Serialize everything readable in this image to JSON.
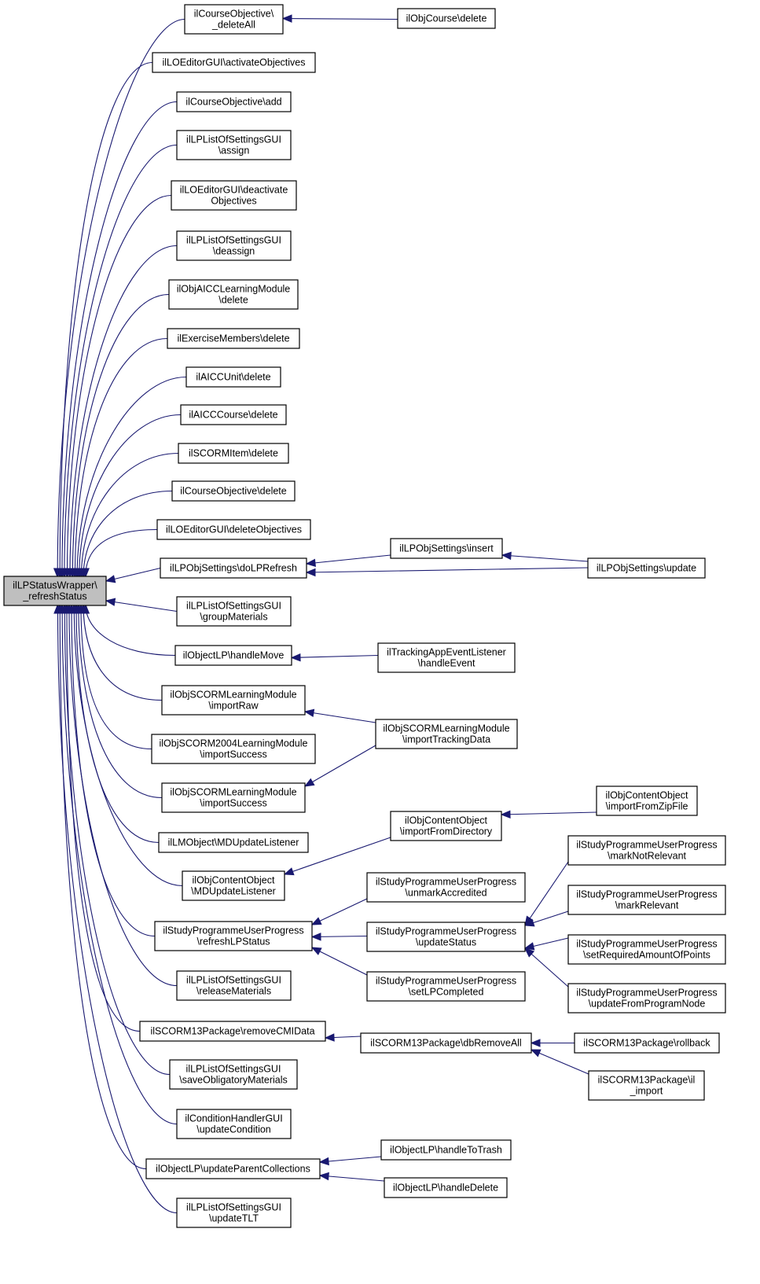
{
  "diagram": {
    "title": "",
    "edge_color": "#191970",
    "root_fill": "#bfbfbf",
    "nodes": [
      {
        "id": "root",
        "lines": [
          "ilLPStatusWrapper\\",
          "_refreshStatus"
        ]
      },
      {
        "id": "n1",
        "lines": [
          "ilCourseObjective\\",
          "_deleteAll"
        ]
      },
      {
        "id": "n2",
        "lines": [
          "ilLOEditorGUI\\activateObjectives"
        ]
      },
      {
        "id": "n3",
        "lines": [
          "ilCourseObjective\\add"
        ]
      },
      {
        "id": "n4",
        "lines": [
          "ilLPListOfSettingsGUI",
          "\\assign"
        ]
      },
      {
        "id": "n5",
        "lines": [
          "ilLOEditorGUI\\deactivate",
          "Objectives"
        ]
      },
      {
        "id": "n6",
        "lines": [
          "ilLPListOfSettingsGUI",
          "\\deassign"
        ]
      },
      {
        "id": "n7",
        "lines": [
          "ilObjAICCLearningModule",
          "\\delete"
        ]
      },
      {
        "id": "n8",
        "lines": [
          "ilExerciseMembers\\delete"
        ]
      },
      {
        "id": "n9",
        "lines": [
          "ilAICCUnit\\delete"
        ]
      },
      {
        "id": "n10",
        "lines": [
          "ilAICCCourse\\delete"
        ]
      },
      {
        "id": "n11",
        "lines": [
          "ilSCORMItem\\delete"
        ]
      },
      {
        "id": "n12",
        "lines": [
          "ilCourseObjective\\delete"
        ]
      },
      {
        "id": "n13",
        "lines": [
          "ilLOEditorGUI\\deleteObjectives"
        ]
      },
      {
        "id": "n14",
        "lines": [
          "ilLPObjSettings\\doLPRefresh"
        ]
      },
      {
        "id": "n15",
        "lines": [
          "ilLPListOfSettingsGUI",
          "\\groupMaterials"
        ]
      },
      {
        "id": "n16",
        "lines": [
          "ilObjectLP\\handleMove"
        ]
      },
      {
        "id": "n17",
        "lines": [
          "ilObjSCORMLearningModule",
          "\\importRaw"
        ]
      },
      {
        "id": "n18",
        "lines": [
          "ilObjSCORM2004LearningModule",
          "\\importSuccess"
        ]
      },
      {
        "id": "n19",
        "lines": [
          "ilObjSCORMLearningModule",
          "\\importSuccess"
        ]
      },
      {
        "id": "n20",
        "lines": [
          "ilLMObject\\MDUpdateListener"
        ]
      },
      {
        "id": "n21",
        "lines": [
          "ilObjContentObject",
          "\\MDUpdateListener"
        ]
      },
      {
        "id": "n22",
        "lines": [
          "ilStudyProgrammeUserProgress",
          "\\refreshLPStatus"
        ]
      },
      {
        "id": "n23",
        "lines": [
          "ilLPListOfSettingsGUI",
          "\\releaseMaterials"
        ]
      },
      {
        "id": "n24",
        "lines": [
          "ilSCORM13Package\\removeCMIData"
        ]
      },
      {
        "id": "n25",
        "lines": [
          "ilLPListOfSettingsGUI",
          "\\saveObligatoryMaterials"
        ]
      },
      {
        "id": "n26",
        "lines": [
          "ilConditionHandlerGUI",
          "\\updateCondition"
        ]
      },
      {
        "id": "n27",
        "lines": [
          "ilObjectLP\\updateParentCollections"
        ]
      },
      {
        "id": "n28",
        "lines": [
          "ilLPListOfSettingsGUI",
          "\\updateTLT"
        ]
      },
      {
        "id": "m1",
        "lines": [
          "ilObjCourse\\delete"
        ]
      },
      {
        "id": "m2",
        "lines": [
          "ilLPObjSettings\\insert"
        ]
      },
      {
        "id": "m3",
        "lines": [
          "ilLPObjSettings\\update"
        ]
      },
      {
        "id": "m4",
        "lines": [
          "ilTrackingAppEventListener",
          "\\handleEvent"
        ]
      },
      {
        "id": "m5",
        "lines": [
          "ilObjSCORMLearningModule",
          "\\importTrackingData"
        ]
      },
      {
        "id": "m6",
        "lines": [
          "ilObjContentObject",
          "\\importFromDirectory"
        ]
      },
      {
        "id": "m7",
        "lines": [
          "ilObjContentObject",
          "\\importFromZipFile"
        ]
      },
      {
        "id": "m8",
        "lines": [
          "ilStudyProgrammeUserProgress",
          "\\unmarkAccredited"
        ]
      },
      {
        "id": "m9",
        "lines": [
          "ilStudyProgrammeUserProgress",
          "\\updateStatus"
        ]
      },
      {
        "id": "m10",
        "lines": [
          "ilStudyProgrammeUserProgress",
          "\\setLPCompleted"
        ]
      },
      {
        "id": "m11",
        "lines": [
          "ilStudyProgrammeUserProgress",
          "\\markNotRelevant"
        ]
      },
      {
        "id": "m12",
        "lines": [
          "ilStudyProgrammeUserProgress",
          "\\markRelevant"
        ]
      },
      {
        "id": "m13",
        "lines": [
          "ilStudyProgrammeUserProgress",
          "\\setRequiredAmountOfPoints"
        ]
      },
      {
        "id": "m14",
        "lines": [
          "ilStudyProgrammeUserProgress",
          "\\updateFromProgramNode"
        ]
      },
      {
        "id": "m15",
        "lines": [
          "ilSCORM13Package\\dbRemoveAll"
        ]
      },
      {
        "id": "m16",
        "lines": [
          "ilSCORM13Package\\rollback"
        ]
      },
      {
        "id": "m17",
        "lines": [
          "ilSCORM13Package\\il",
          "_import"
        ]
      },
      {
        "id": "m18",
        "lines": [
          "ilObjectLP\\handleToTrash"
        ]
      },
      {
        "id": "m19",
        "lines": [
          "ilObjectLP\\handleDelete"
        ]
      }
    ],
    "edges": [
      {
        "from": "n1",
        "to": "root"
      },
      {
        "from": "n2",
        "to": "root"
      },
      {
        "from": "n3",
        "to": "root"
      },
      {
        "from": "n4",
        "to": "root"
      },
      {
        "from": "n5",
        "to": "root"
      },
      {
        "from": "n6",
        "to": "root"
      },
      {
        "from": "n7",
        "to": "root"
      },
      {
        "from": "n8",
        "to": "root"
      },
      {
        "from": "n9",
        "to": "root"
      },
      {
        "from": "n10",
        "to": "root"
      },
      {
        "from": "n11",
        "to": "root"
      },
      {
        "from": "n12",
        "to": "root"
      },
      {
        "from": "n13",
        "to": "root"
      },
      {
        "from": "n14",
        "to": "root"
      },
      {
        "from": "n15",
        "to": "root"
      },
      {
        "from": "n16",
        "to": "root"
      },
      {
        "from": "n17",
        "to": "root"
      },
      {
        "from": "n18",
        "to": "root"
      },
      {
        "from": "n19",
        "to": "root"
      },
      {
        "from": "n20",
        "to": "root"
      },
      {
        "from": "n21",
        "to": "root"
      },
      {
        "from": "n22",
        "to": "root"
      },
      {
        "from": "n23",
        "to": "root"
      },
      {
        "from": "n24",
        "to": "root"
      },
      {
        "from": "n25",
        "to": "root"
      },
      {
        "from": "n26",
        "to": "root"
      },
      {
        "from": "n27",
        "to": "root"
      },
      {
        "from": "n28",
        "to": "root"
      },
      {
        "from": "m1",
        "to": "n1"
      },
      {
        "from": "m2",
        "to": "n14"
      },
      {
        "from": "m3",
        "to": "n14"
      },
      {
        "from": "m3",
        "to": "m2"
      },
      {
        "from": "m4",
        "to": "n16"
      },
      {
        "from": "m5",
        "to": "n17"
      },
      {
        "from": "m5",
        "to": "n19"
      },
      {
        "from": "m6",
        "to": "n21"
      },
      {
        "from": "m7",
        "to": "m6"
      },
      {
        "from": "m8",
        "to": "n22"
      },
      {
        "from": "m9",
        "to": "n22"
      },
      {
        "from": "m10",
        "to": "n22"
      },
      {
        "from": "m11",
        "to": "m9"
      },
      {
        "from": "m12",
        "to": "m9"
      },
      {
        "from": "m13",
        "to": "m9"
      },
      {
        "from": "m14",
        "to": "m9"
      },
      {
        "from": "m15",
        "to": "n24"
      },
      {
        "from": "m16",
        "to": "m15"
      },
      {
        "from": "m17",
        "to": "m15"
      },
      {
        "from": "m18",
        "to": "n27"
      },
      {
        "from": "m19",
        "to": "n27"
      }
    ]
  }
}
